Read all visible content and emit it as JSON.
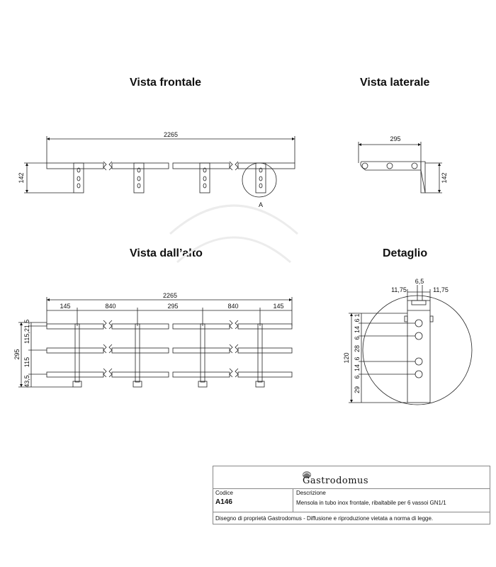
{
  "views": {
    "front": "Vista frontale",
    "side": "Vista laterale",
    "top": "Vista dall’alto",
    "detail": "Detaglio"
  },
  "dimensions": {
    "front": {
      "total_width": "2265",
      "height": "142",
      "detail_ref": "A"
    },
    "side": {
      "depth": "295",
      "height": "142"
    },
    "top": {
      "total_width": "2265",
      "segments": [
        "145",
        "840",
        "295",
        "840",
        "145"
      ],
      "left_depth": "295",
      "left_parts": [
        "1,5",
        "115,2",
        "115",
        "43,5"
      ]
    },
    "detail": {
      "top_widths": [
        "11,75",
        "6,5",
        "11,75"
      ],
      "height": "120",
      "parts": [
        "1",
        "6",
        "14",
        "6",
        "28",
        "6",
        "14",
        "6",
        "29"
      ]
    }
  },
  "title_block": {
    "brand": "Gastrodomus",
    "code_label": "Codice",
    "code_value": "A146",
    "desc_label": "Descrizione",
    "desc_value": "Mensola in tubo inox frontale, ribaltabile per 6 vassoi GN1/1",
    "footer": "Disegno di proprietà Gastrodomus -  Diffusione e riproduzione vietata a norma di legge."
  }
}
